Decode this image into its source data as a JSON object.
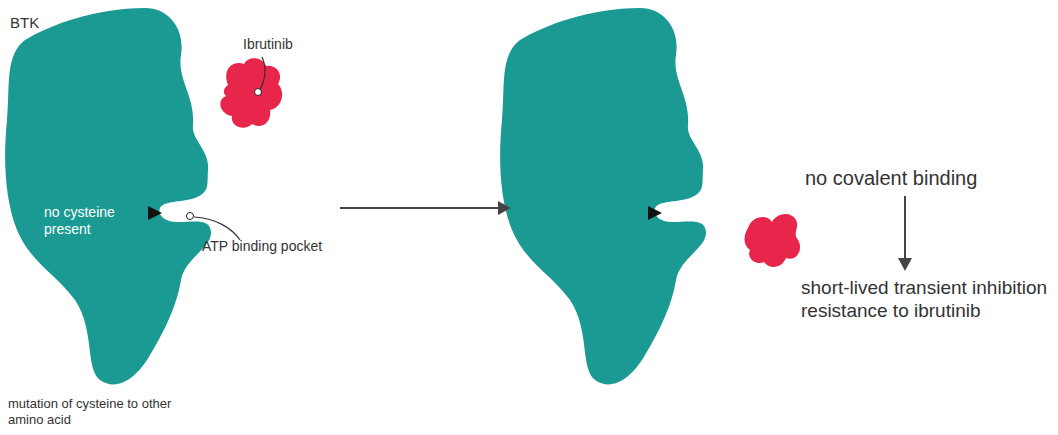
{
  "diagram": {
    "nodes": [
      {
        "text": [
          "BTK",
          "no cysteine present"
        ]
      }
    ],
    "labels": [
      "Ibrutinib",
      "ATP binding pocket",
      "no covalent binding",
      "short-lived transient inhibition resistance to ibrutinib",
      "mutation of cysteine to other amino acid"
    ]
  }
}
